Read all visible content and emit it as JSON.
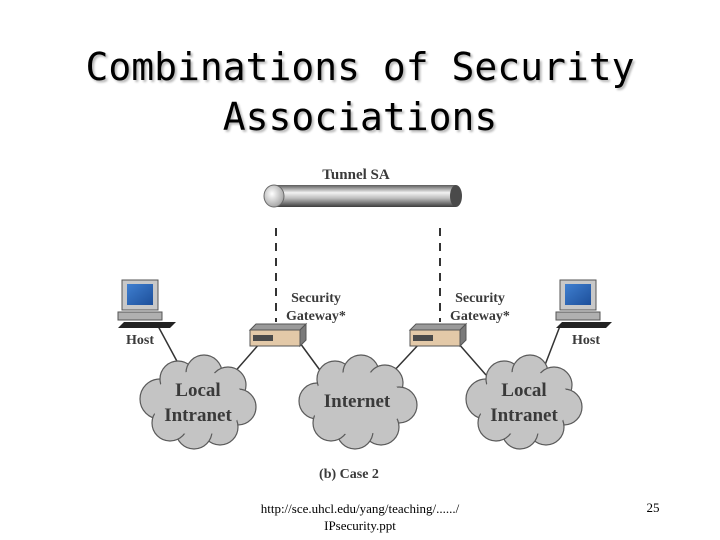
{
  "slide": {
    "title_line1": "Combinations of Security",
    "title_line2": "Associations"
  },
  "diagram": {
    "tunnel_label": "Tunnel SA",
    "gateway_left_line1": "Security",
    "gateway_left_line2": "Gateway*",
    "gateway_right_line1": "Security",
    "gateway_right_line2": "Gateway*",
    "host_left": "Host",
    "host_right": "Host",
    "cloud_left_line1": "Local",
    "cloud_left_line2": "Intranet",
    "cloud_center": "Internet",
    "cloud_right_line1": "Local",
    "cloud_right_line2": "Intranet",
    "caption": "(b) Case 2"
  },
  "footer": {
    "url_line1": "http://sce.uhcl.edu/yang/teaching/....../",
    "url_line2": "IPsecurity.ppt",
    "page_number": "25"
  }
}
